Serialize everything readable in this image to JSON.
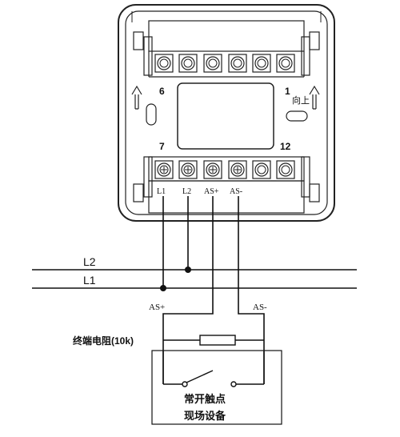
{
  "device": {
    "terminal_top_left": "6",
    "terminal_top_right": "1",
    "orientation_mark": "向上",
    "terminal_bottom_left": "7",
    "terminal_bottom_right": "12",
    "terminal_labels": [
      "L1",
      "L2",
      "AS+",
      "AS-"
    ]
  },
  "bus": {
    "l2_label": "L2",
    "l1_label": "L1"
  },
  "field": {
    "as_plus_label": "AS+",
    "as_minus_label": "AS-",
    "resistor_label": "终端电阻(10k)",
    "contact_label": "常开触点",
    "device_label": "现场设备"
  },
  "icons": [
    "arrow-up-icon",
    "screw-terminal-icon",
    "resistor-icon",
    "switch-icon",
    "junction-dot-icon"
  ]
}
